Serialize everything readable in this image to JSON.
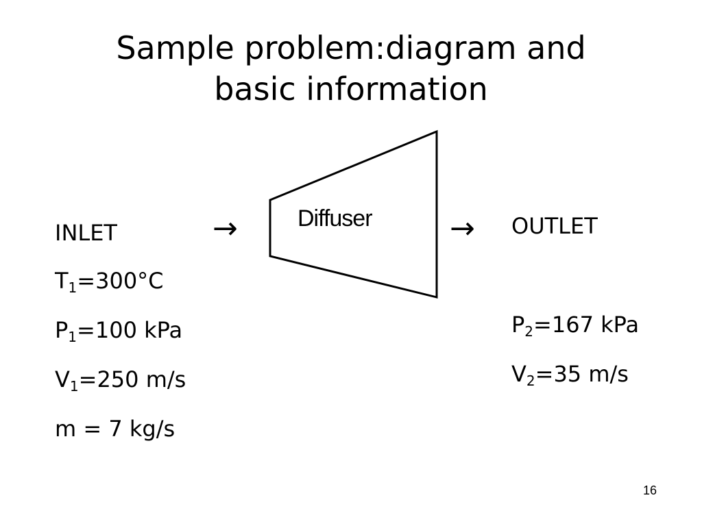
{
  "title": {
    "line1": "Sample problem:diagram and",
    "line2": "basic information"
  },
  "diagram": {
    "label": "Diffuser",
    "arrow_glyph": "→"
  },
  "inlet": {
    "heading": "INLET",
    "t_symbol": "T",
    "t_sub": "1",
    "t_value": "=300°C",
    "p_symbol": "P",
    "p_sub": "1",
    "p_value": "=100 kPa",
    "v_symbol": "V",
    "v_sub": "1",
    "v_value": "=250 m/s",
    "mass_flow": "m = 7 kg/s"
  },
  "outlet": {
    "heading": "OUTLET",
    "p_symbol": "P",
    "p_sub": "2",
    "p_value": "=167 kPa",
    "v_symbol": "V",
    "v_sub": "2",
    "v_value": "=35 m/s"
  },
  "page_number": "16"
}
